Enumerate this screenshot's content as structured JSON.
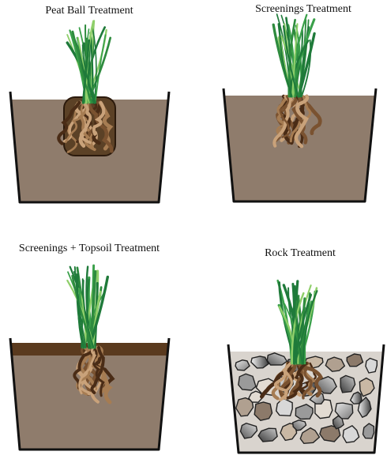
{
  "panels": [
    {
      "title": "Peat Ball Treatment"
    },
    {
      "title": "Screenings Treatment"
    },
    {
      "title": "Screenings + Topsoil Treatment"
    },
    {
      "title": "Rock Treatment"
    }
  ],
  "colors": {
    "soil": "#8f7c6c",
    "topsoil": "#5a3a1e",
    "peat_ball": "#5b4126",
    "grass_dark": "#1f7a3a",
    "grass_mid": "#3aa04a",
    "grass_light": "#8fcf6a",
    "root_light": "#c9a27a",
    "root_dark": "#4a2c16",
    "pot_outline": "#111111"
  }
}
